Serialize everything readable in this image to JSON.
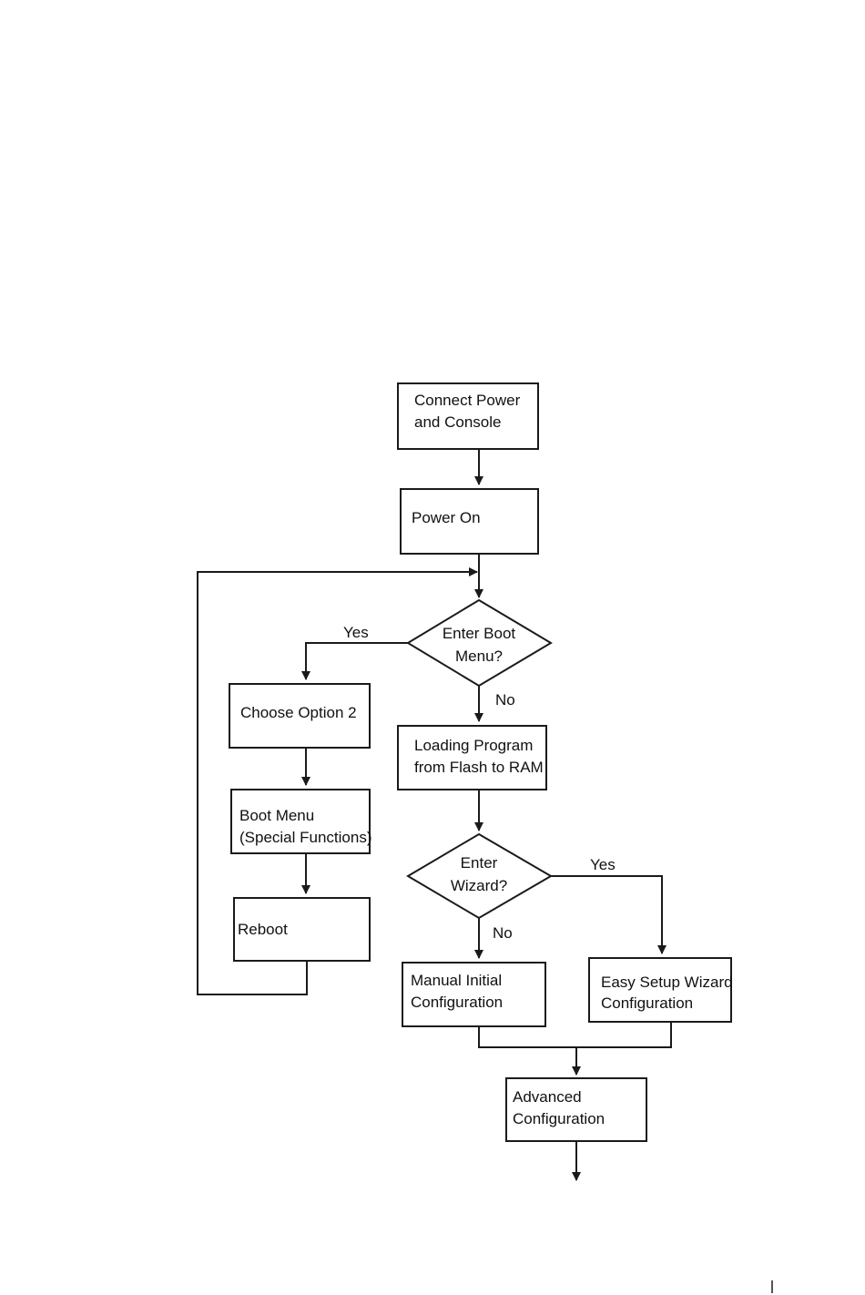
{
  "nodes": {
    "connect": {
      "line1": "Connect Power",
      "line2": "and Console"
    },
    "power_on": {
      "line1": "Power On"
    },
    "enter_boot": {
      "line1": "Enter Boot",
      "line2": "Menu?"
    },
    "choose_option": {
      "line1": "Choose Option 2"
    },
    "boot_menu": {
      "line1": "Boot Menu",
      "line2": "(Special Functions)"
    },
    "reboot": {
      "line1": "Reboot"
    },
    "loading": {
      "line1": "Loading Program",
      "line2": "from Flash to RAM"
    },
    "enter_wizard": {
      "line1": "Enter",
      "line2": "Wizard?"
    },
    "manual": {
      "line1": "Manual Initial",
      "line2": "Configuration"
    },
    "easy_setup": {
      "line1": "Easy Setup Wizard",
      "line2": "Configuration"
    },
    "advanced": {
      "line1": "Advanced",
      "line2": "Configuration"
    }
  },
  "edge_labels": {
    "boot_yes": "Yes",
    "boot_no": "No",
    "wizard_yes": "Yes",
    "wizard_no": "No"
  }
}
